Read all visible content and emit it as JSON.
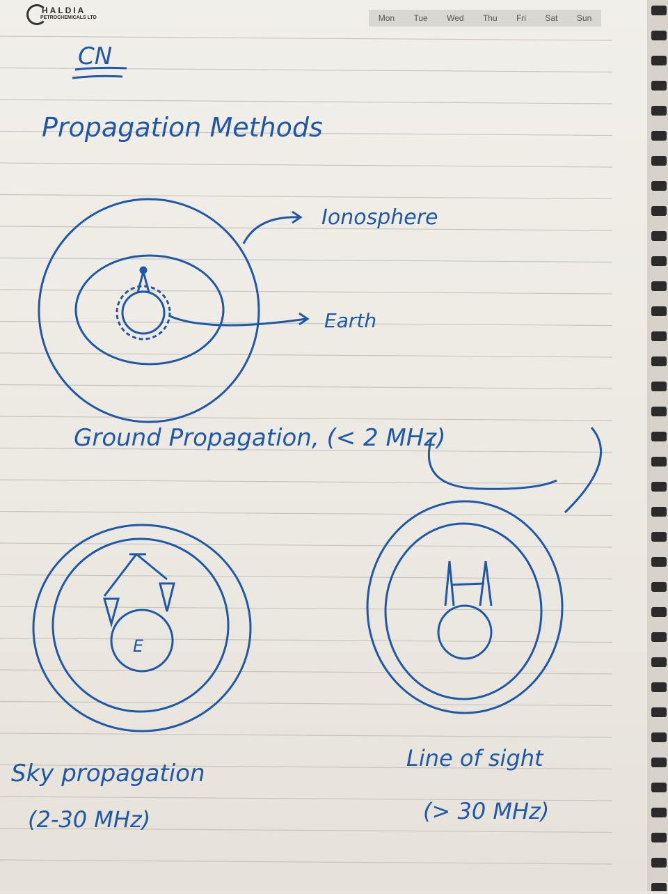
{
  "header": {
    "logo_top": "HALDIA",
    "logo_bottom": "PETROCHEMICALS LTD",
    "days": [
      "Mon",
      "Tue",
      "Wed",
      "Thu",
      "Fri",
      "Sat",
      "Sun"
    ]
  },
  "notes": {
    "subject": "CN",
    "title": "Propagation Methods",
    "label_ionosphere": "Ionosphere",
    "label_earth": "Earth",
    "ground_caption": "Ground Propagation, (< 2 MHz)",
    "sky_earth_letter": "E",
    "sky_caption_1": "Sky propagation",
    "sky_caption_2": "(2-30 MHz)",
    "los_caption_1": "Line of sight",
    "los_caption_2": "(> 30 MHz)"
  },
  "colors": {
    "ink": "#1f58a8",
    "paper": "#efece5",
    "rule": "#c9c6c0"
  }
}
